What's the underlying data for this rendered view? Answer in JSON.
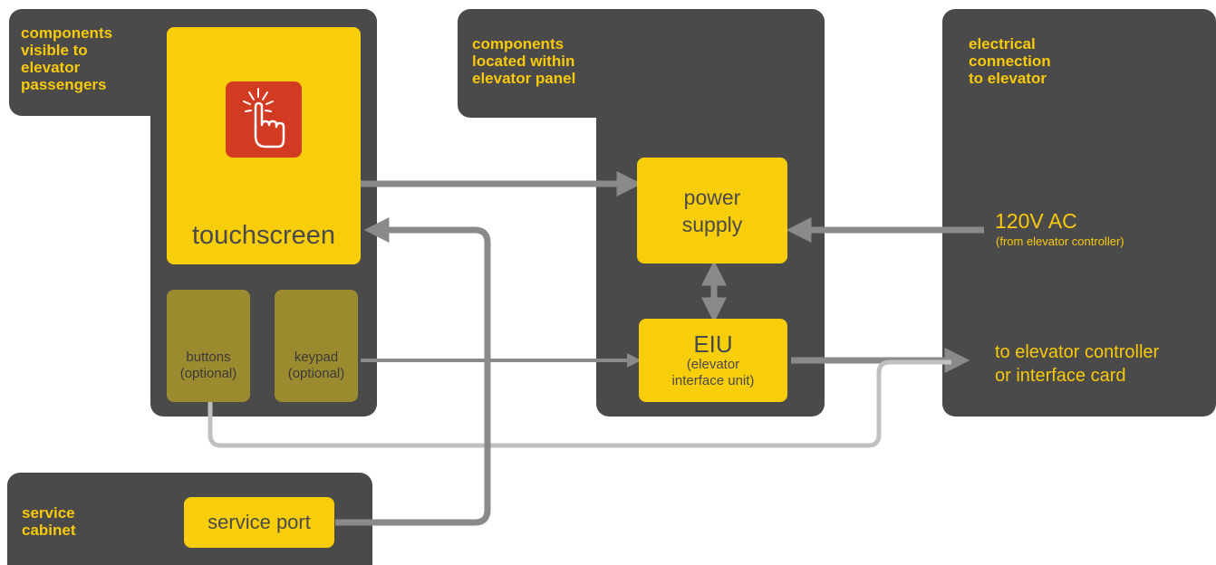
{
  "panels": {
    "passengers": {
      "heading": "components\nvisible to\nelevator\npassengers"
    },
    "elevator_panel": {
      "heading": "components\nlocated within\nelevator panel"
    },
    "electrical": {
      "heading": "electrical\nconnection\nto elevator"
    },
    "service": {
      "heading": "service\ncabinet"
    }
  },
  "components": {
    "touchscreen": "touchscreen",
    "buttons": {
      "label": "buttons",
      "note": "(optional)"
    },
    "keypad": {
      "label": "keypad",
      "note": "(optional)"
    },
    "power_supply": {
      "line1": "power",
      "line2": "supply"
    },
    "eiu": {
      "label": "EIU",
      "line1": "(elevator",
      "line2": "interface unit)"
    },
    "service_port": "service port",
    "ac_input": {
      "label": "120V AC",
      "note": "(from elevator controller)"
    },
    "controller_output": {
      "line1": "to elevator controller",
      "line2": "or interface card"
    }
  },
  "icons": {
    "touch": "touch-hand-icon"
  },
  "colors": {
    "panel": "#4a4a4a",
    "accent": "#f8ce0a",
    "icon_bg": "#d23a22",
    "wire": "#8a8a8a",
    "wire_light": "#c0c0c0"
  }
}
